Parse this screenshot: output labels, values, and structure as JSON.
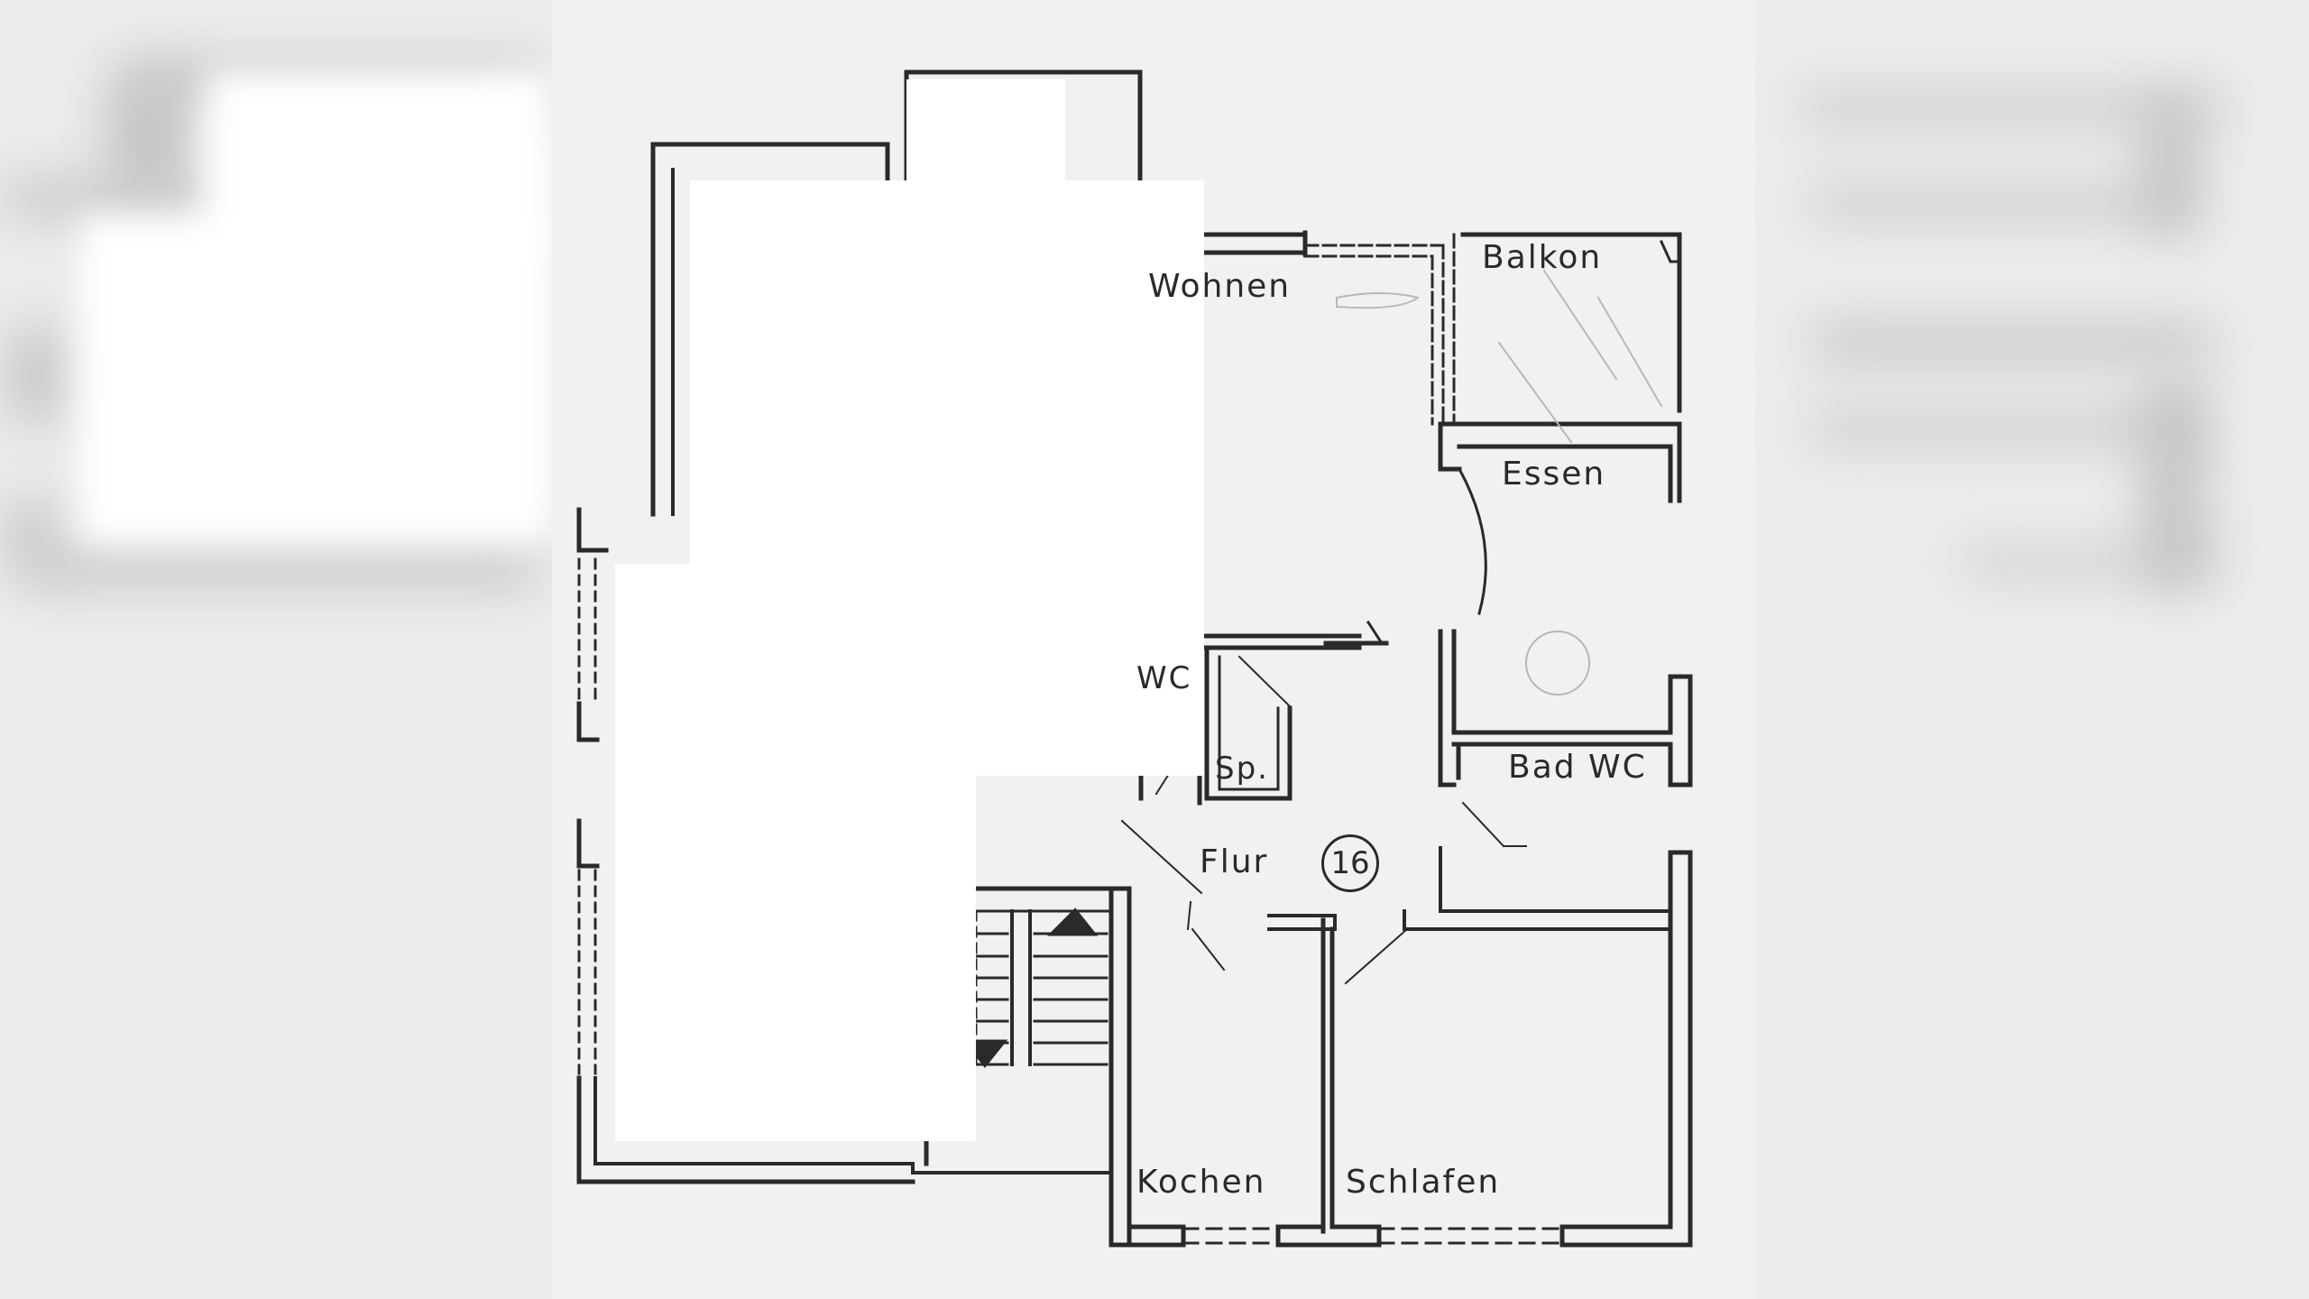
{
  "document": {
    "type": "floor-plan",
    "unit_number": "16",
    "colors": {
      "paper": "#f1f1f1",
      "ink": "#2a2a2a",
      "surround": "#ededed",
      "redaction": "#ffffff"
    }
  },
  "rooms": [
    {
      "id": "wohnen",
      "label": "Wohnen"
    },
    {
      "id": "balkon",
      "label": "Balkon"
    },
    {
      "id": "essen",
      "label": "Essen"
    },
    {
      "id": "wc",
      "label": "WC"
    },
    {
      "id": "sp",
      "label": "Sp."
    },
    {
      "id": "bad-wc",
      "label": "Bad WC"
    },
    {
      "id": "flur",
      "label": "Flur"
    },
    {
      "id": "kochen",
      "label": "Kochen"
    },
    {
      "id": "schlafen",
      "label": "Schlafen"
    }
  ],
  "staircase": {
    "up_arrow": "triangle-up-icon",
    "down_arrow": "triangle-down-icon"
  }
}
